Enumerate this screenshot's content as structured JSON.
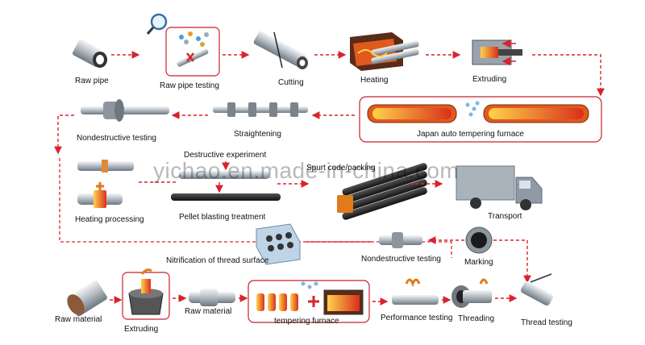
{
  "steps": {
    "raw_pipe": "Raw pipe",
    "raw_pipe_testing": "Raw pipe testing",
    "cutting": "Cutting",
    "heating": "Heating",
    "extruding_top": "Extruding",
    "tempering_furnace_japan": "Japan auto tempering furnace",
    "straightening": "Straightening",
    "nondestructive_testing_top": "Nondestructive testing",
    "destructive_experiment": "Destructive experiment",
    "spurt_code_packing": "Spurt code/packing",
    "heating_processing": "Heating processing",
    "pellet_blasting": "Pellet blasting treatment",
    "transport": "Transport",
    "nitrification": "Nitrification of thread surface",
    "nondestructive_testing_bottom": "Nondestructive testing",
    "marking": "Marking",
    "raw_material_left": "Raw material",
    "extruding_bottom": "Extruding",
    "raw_material_mid": "Raw material",
    "tempering_furnace": "tempering furnace",
    "performance_testing": "Performance testing",
    "threading": "Threading",
    "thread_testing": "Thread testing"
  },
  "watermark": "yichao.en.made-in-china.com",
  "colors": {
    "arrow": "#d9232e",
    "box_border": "#c8202a",
    "steel": "#9aa3ab",
    "furnace": "#e05a1e",
    "truck": "#8e9aa5"
  }
}
